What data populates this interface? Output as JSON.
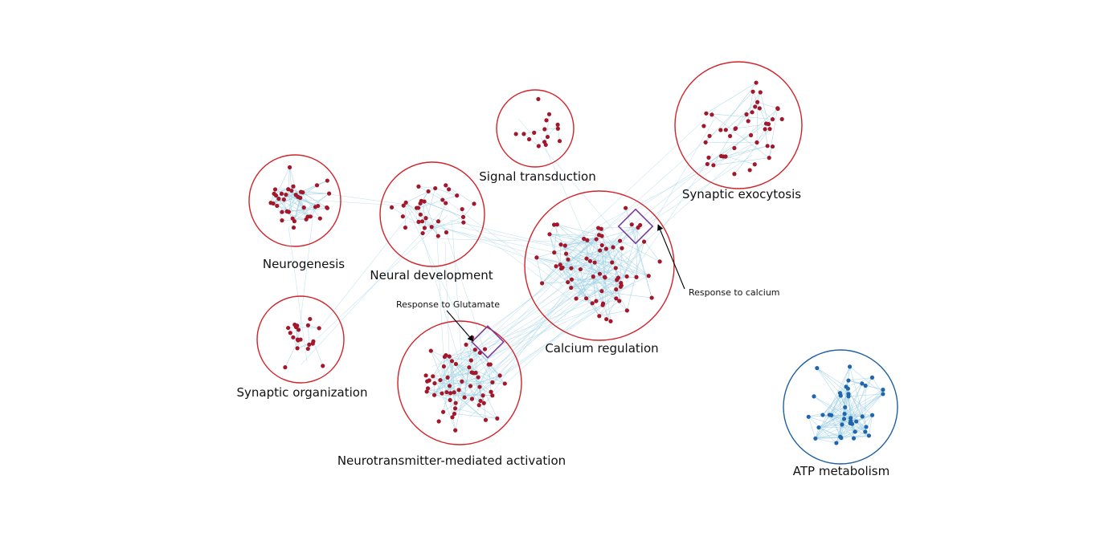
{
  "clusters": [
    {
      "id": "neurogenesis",
      "label": "Neurogenesis",
      "color": "#d0232a",
      "node_color": "#a3172b"
    },
    {
      "id": "neural-development",
      "label": "Neural development",
      "color": "#d0232a",
      "node_color": "#a3172b"
    },
    {
      "id": "signal-transduction",
      "label": "Signal transduction",
      "color": "#d0232a",
      "node_color": "#a3172b"
    },
    {
      "id": "synaptic-exocytosis",
      "label": "Synaptic exocytosis",
      "color": "#d0232a",
      "node_color": "#a3172b"
    },
    {
      "id": "calcium-regulation",
      "label": "Calcium regulation",
      "color": "#d0232a",
      "node_color": "#a3172b"
    },
    {
      "id": "synaptic-organization",
      "label": "Synaptic organization",
      "color": "#d0232a",
      "node_color": "#a3172b"
    },
    {
      "id": "neurotransmitter-activation",
      "label": "Neurotransmitter-mediated activation",
      "color": "#d0232a",
      "node_color": "#a3172b"
    },
    {
      "id": "atp-metabolism",
      "label": "ATP metabolism",
      "color": "#1f5fa0",
      "node_color": "#2166ac"
    }
  ],
  "annotations": [
    {
      "id": "response-to-glutamate",
      "label": "Response to Glutamate",
      "box_color": "#7b3b9a"
    },
    {
      "id": "response-to-calcium",
      "label": "Response to calcium",
      "box_color": "#7b3b9a"
    }
  ],
  "colors": {
    "edge": "#9ccfe3",
    "arrow": "#000000",
    "background": "#ffffff"
  }
}
